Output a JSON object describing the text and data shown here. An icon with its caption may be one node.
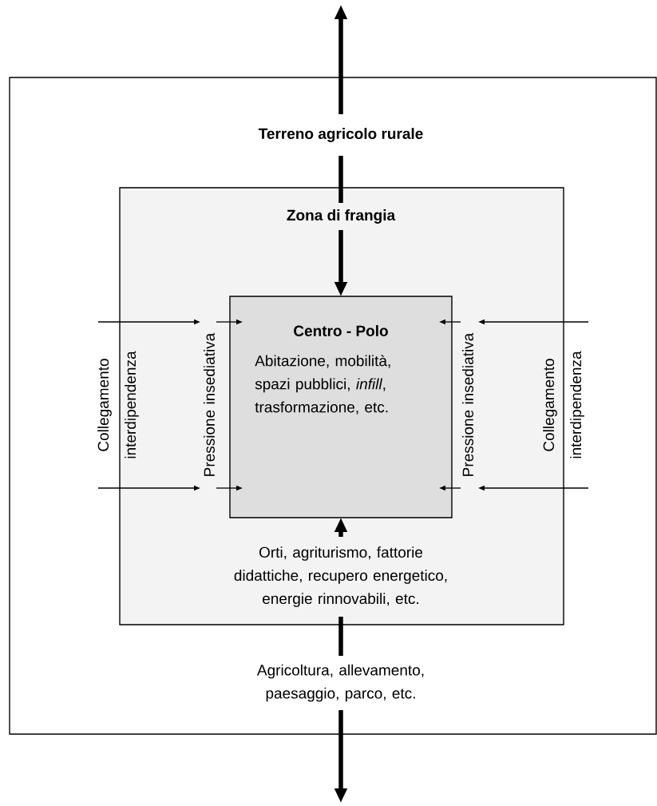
{
  "diagram": {
    "nodes": [
      {
        "text": [],
        "shape": "box"
      },
      {
        "text": [
          "Terreno agricolo rurale"
        ],
        "in": 0
      },
      {
        "text": [],
        "shape": "box",
        "in": 0
      },
      {
        "text": [
          "Zona di frangia"
        ],
        "in": 2
      },
      {
        "text": [
          "Collegamento interdipendenza"
        ],
        "in": 0
      },
      {
        "text": [
          "Pressione insediativa"
        ],
        "in": 2
      },
      {
        "text": [
          "Centro - Polo",
          "Abitazione, mobilità, spazi pubblici, *infill*, trasformazione, etc."
        ],
        "in": 2
      },
      {
        "text": [
          "Pressione insediativa"
        ],
        "in": 2
      },
      {
        "text": [
          "Collegamento interdipendenza"
        ],
        "in": 0
      },
      {
        "text": [
          "Orti, agriturismo, fattorie didattiche, recupero energetico, energie rinnovabili, etc."
        ],
        "in": 2
      },
      {
        "text": [
          "Agricoltura, allevamento, paesaggio, parco, etc."
        ],
        "in": 0
      }
    ],
    "edges": [
      {
        "from": 1,
        "to": null,
        "arrow": "to",
        "style": "thick"
      },
      {
        "from": 1,
        "to": 3,
        "arrow": "none",
        "style": "thick"
      },
      {
        "from": 3,
        "to": 6,
        "arrow": "to",
        "style": "thick"
      },
      {
        "from": 9,
        "to": 6,
        "arrow": "to",
        "style": "thick"
      },
      {
        "from": 9,
        "to": 10,
        "arrow": "none",
        "style": "thick"
      },
      {
        "from": 10,
        "to": null,
        "arrow": "to",
        "style": "thick"
      },
      {
        "from": 4,
        "to": 5,
        "arrow": "to"
      },
      {
        "from": 5,
        "to": 6,
        "arrow": "to"
      },
      {
        "from": 7,
        "to": 6,
        "arrow": "to"
      },
      {
        "from": 8,
        "to": 7,
        "arrow": "to"
      },
      {
        "from": 4,
        "to": 5,
        "arrow": "to"
      },
      {
        "from": 5,
        "to": 6,
        "arrow": "to"
      },
      {
        "from": 7,
        "to": 6,
        "arrow": "to"
      },
      {
        "from": 8,
        "to": 7,
        "arrow": "to"
      }
    ]
  }
}
